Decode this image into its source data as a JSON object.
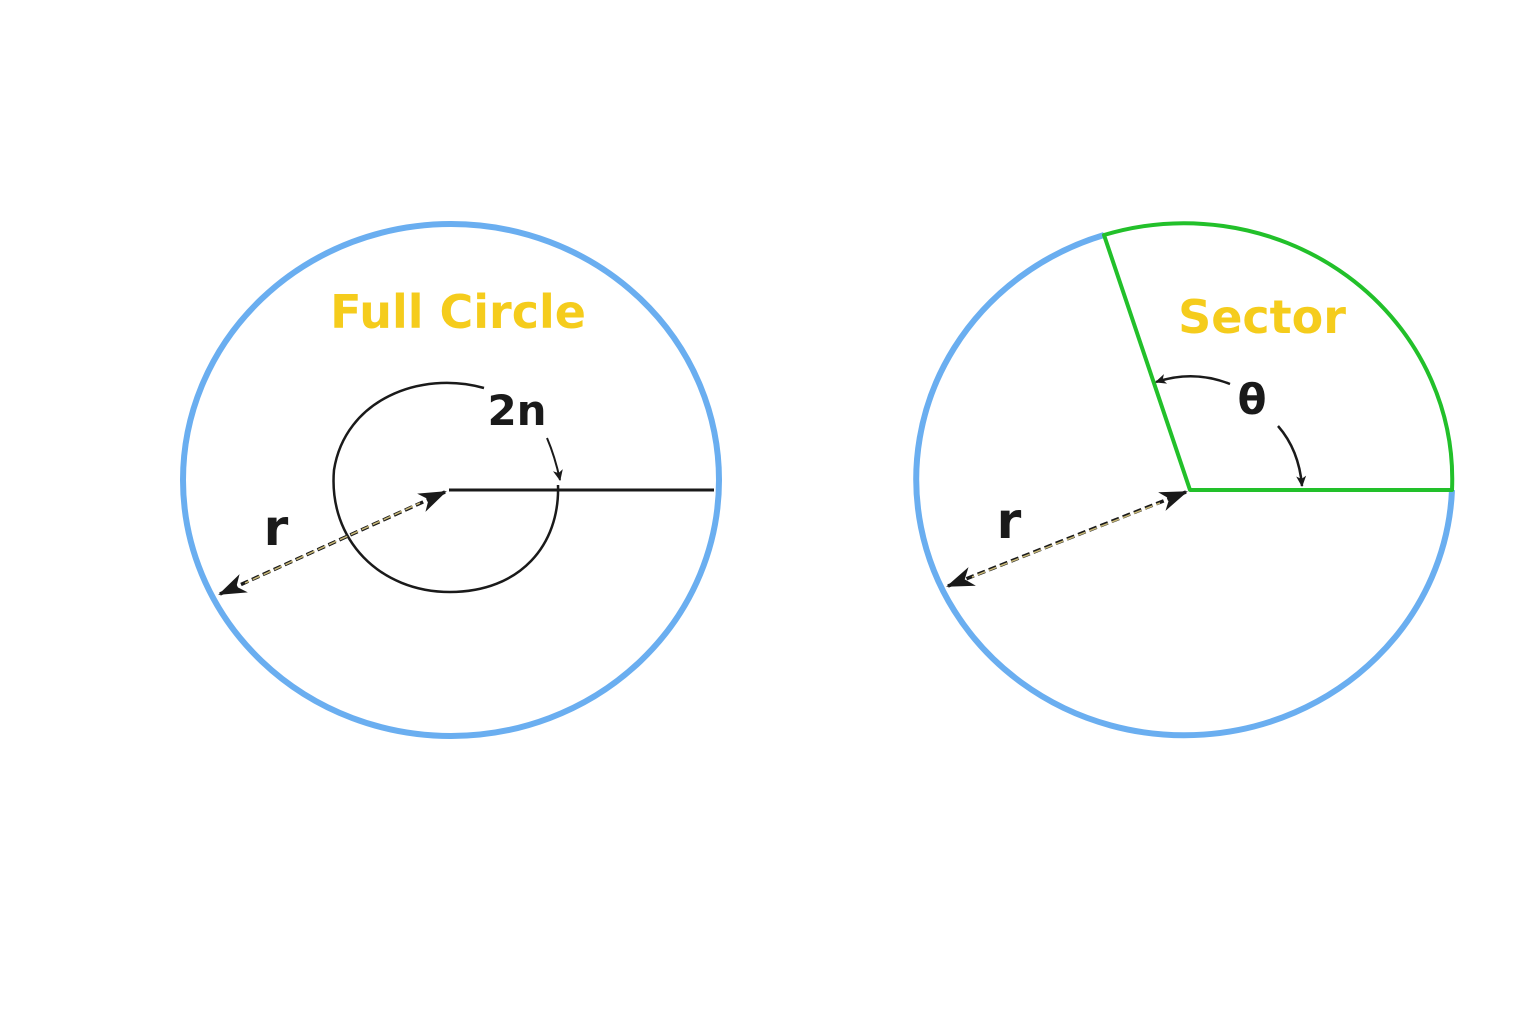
{
  "colors": {
    "circle_outline": "#6aaef0",
    "sector_outline": "#22c02a",
    "title_text": "#f5cc1c",
    "annotation": "#1a1a1a",
    "radius_dash": "#c8b878"
  },
  "left_figure": {
    "title": "Full Circle",
    "angle_label": "2n",
    "radius_label": "r"
  },
  "right_figure": {
    "title": "Sector",
    "angle_label": "θ",
    "radius_label": "r"
  }
}
